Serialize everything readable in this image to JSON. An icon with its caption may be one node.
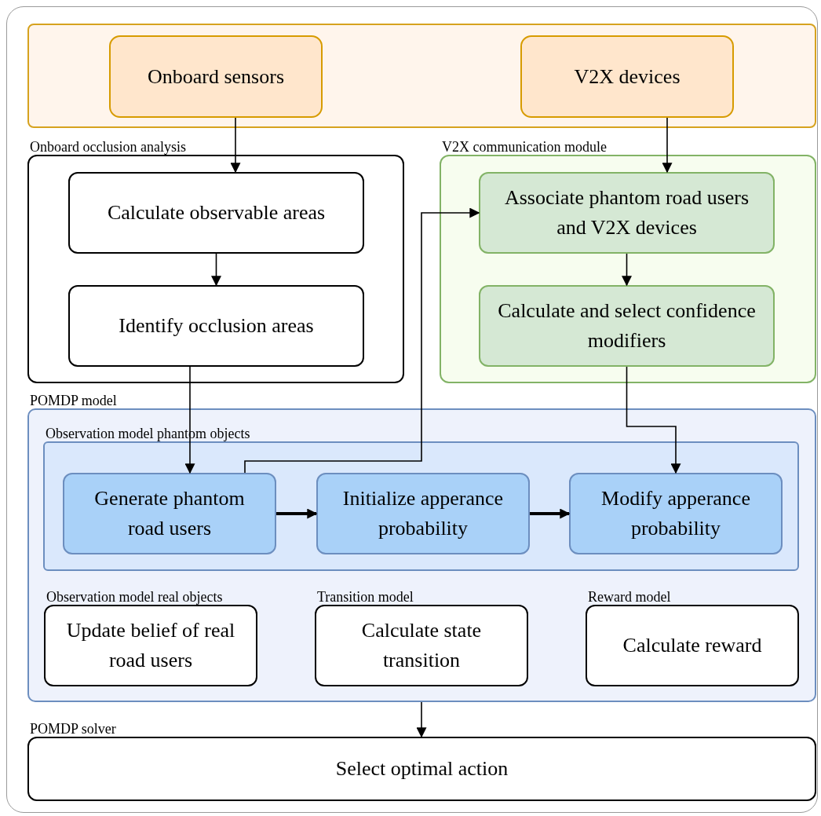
{
  "diagram": {
    "nodes": [
      {
        "text": [],
        "shape": "box"
      },
      {
        "text": [
          "Onboard sensors"
        ],
        "in": 0
      },
      {
        "text": [
          "V2X devices"
        ],
        "in": 0
      },
      {
        "text": [
          "Onboard occlusion analysis"
        ]
      },
      {
        "text": [
          "Calculate observable areas"
        ],
        "in": 3
      },
      {
        "text": [
          "Identify occlusion areas"
        ],
        "in": 3
      },
      {
        "text": [
          "V2X communication module"
        ]
      },
      {
        "text": [
          "Associate phantom road users and V2X devices"
        ],
        "in": 6
      },
      {
        "text": [
          "Calculate and select confidence modifiers"
        ],
        "in": 6
      },
      {
        "text": [
          "POMDP model"
        ]
      },
      {
        "text": [
          "Observation model phantom objects"
        ],
        "in": 9
      },
      {
        "text": [
          "Generate phantom road users"
        ],
        "in": 10
      },
      {
        "text": [
          "Initialize apperance probability"
        ],
        "in": 10
      },
      {
        "text": [
          "Modify apperance probability"
        ],
        "in": 10
      },
      {
        "text": [
          "Observation model real objects",
          "Update belief of real road users"
        ],
        "in": 9
      },
      {
        "text": [
          "Transition model",
          "Calculate state transition"
        ],
        "in": 9
      },
      {
        "text": [
          "Reward model",
          "Calculate reward"
        ],
        "in": 9
      },
      {
        "text": [
          "POMDP solver",
          "Select optimal action"
        ]
      }
    ],
    "edges": [
      {
        "from": 1,
        "to": 4,
        "arrow": "to"
      },
      {
        "from": 2,
        "to": 7,
        "arrow": "to"
      },
      {
        "from": 4,
        "to": 5,
        "arrow": "to"
      },
      {
        "from": 5,
        "to": 11,
        "arrow": "to"
      },
      {
        "from": 11,
        "to": 7,
        "arrow": "to"
      },
      {
        "from": 7,
        "to": 8,
        "arrow": "to"
      },
      {
        "from": 8,
        "to": 13,
        "arrow": "to"
      },
      {
        "from": 11,
        "to": 12,
        "arrow": "to",
        "style": "thick"
      },
      {
        "from": 12,
        "to": 13,
        "arrow": "to",
        "style": "thick"
      },
      {
        "from": 9,
        "to": 17,
        "arrow": "to"
      }
    ]
  }
}
